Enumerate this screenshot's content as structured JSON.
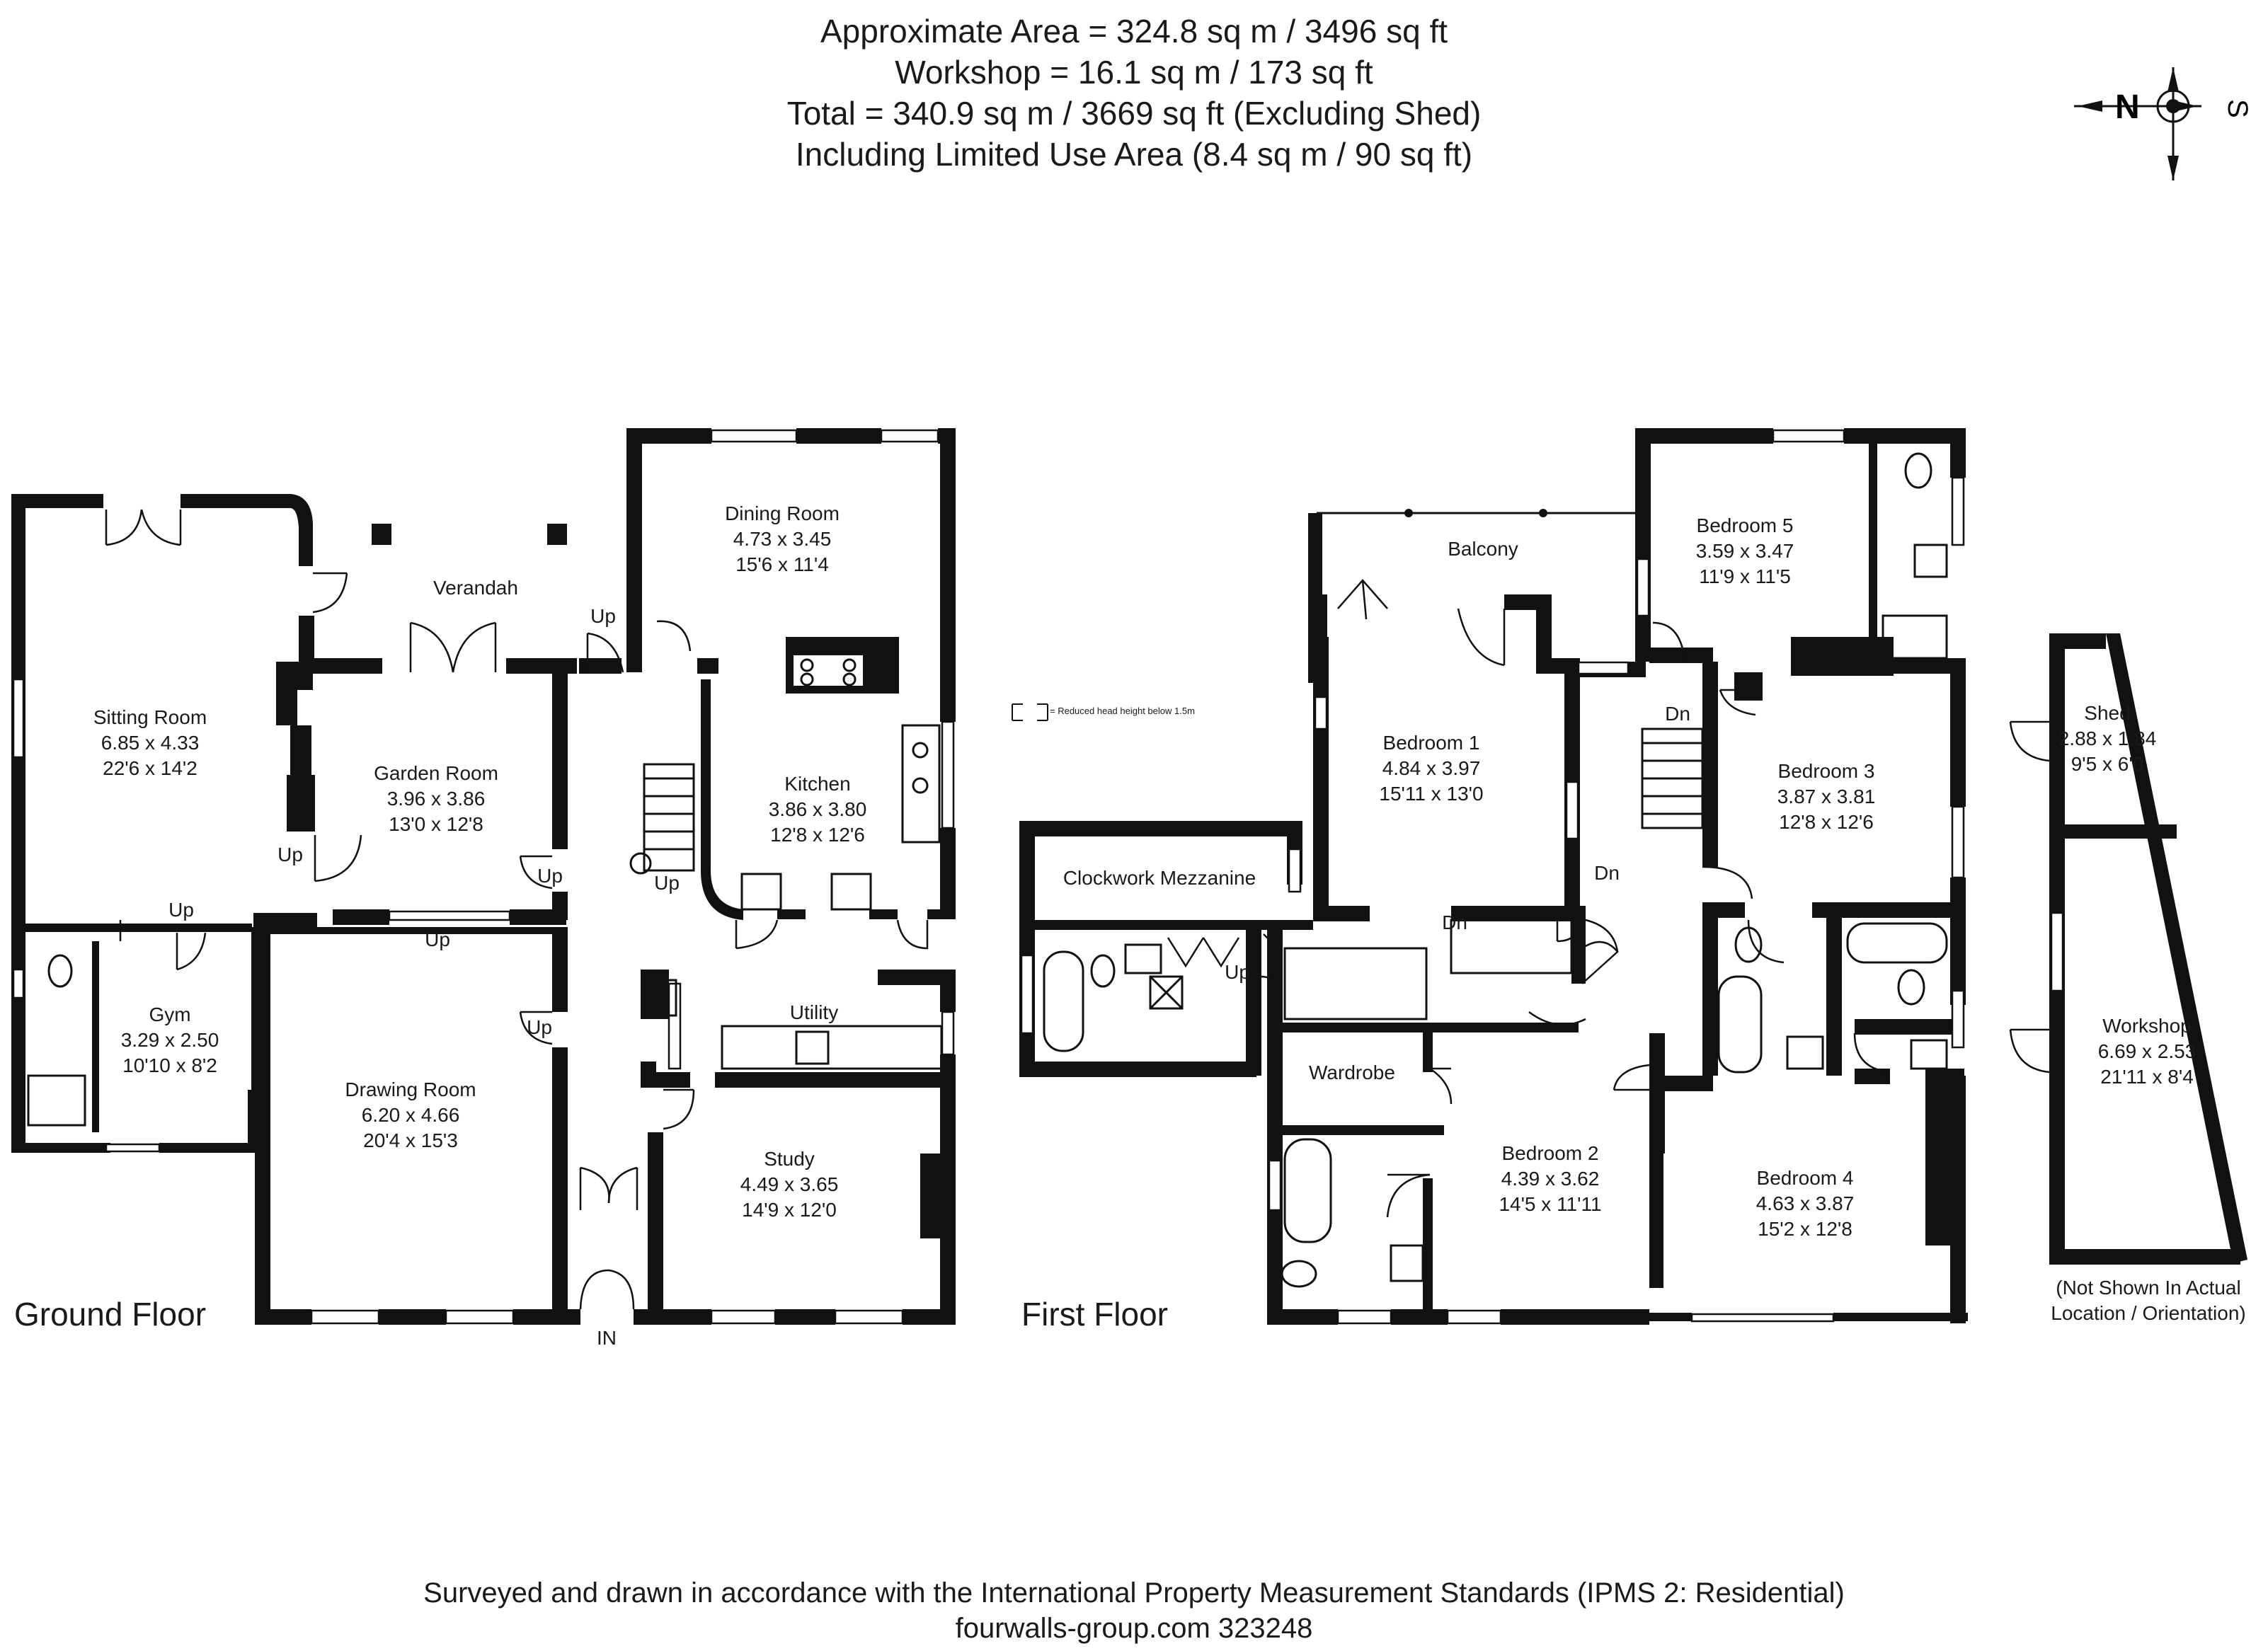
{
  "header": {
    "line1": "Approximate  Area = 324.8 sq m / 3496 sq ft",
    "line2": "Workshop = 16.1 sq m / 173 sq ft",
    "line3": "Total = 340.9 sq m / 3669 sq ft (Excluding Shed)",
    "line4": "Including Limited Use Area (8.4 sq m / 90 sq ft)"
  },
  "compass": {
    "north": "N",
    "south": "S"
  },
  "legend": "= Reduced head height below 1.5m",
  "ground_floor": {
    "label": "Ground Floor",
    "rooms": {
      "sitting": {
        "name": "Sitting Room",
        "metric": "6.85 x 4.33",
        "imperial": "22'6 x 14'2"
      },
      "garden": {
        "name": "Garden Room",
        "metric": "3.96 x 3.86",
        "imperial": "13'0 x 12'8"
      },
      "dining": {
        "name": "Dining Room",
        "metric": "4.73 x 3.45",
        "imperial": "15'6 x 11'4"
      },
      "kitchen": {
        "name": "Kitchen",
        "metric": "3.86 x 3.80",
        "imperial": "12'8 x 12'6"
      },
      "gym": {
        "name": "Gym",
        "metric": "3.29 x 2.50",
        "imperial": "10'10 x 8'2"
      },
      "drawing": {
        "name": "Drawing Room",
        "metric": "6.20 x 4.66",
        "imperial": "20'4 x 15'3"
      },
      "study": {
        "name": "Study",
        "metric": "4.49 x 3.65",
        "imperial": "14'9 x 12'0"
      }
    },
    "verandah": "Verandah",
    "utility": "Utility",
    "entrance": "IN",
    "up": "Up"
  },
  "first_floor": {
    "label": "First Floor",
    "rooms": {
      "bed1": {
        "name": "Bedroom 1",
        "metric": "4.84 x 3.97",
        "imperial": "15'11 x 13'0"
      },
      "bed5": {
        "name": "Bedroom 5",
        "metric": "3.59 x 3.47",
        "imperial": "11'9 x 11'5"
      },
      "bed3": {
        "name": "Bedroom 3",
        "metric": "3.87 x 3.81",
        "imperial": "12'8 x 12'6"
      },
      "bed2": {
        "name": "Bedroom 2",
        "metric": "4.39 x 3.62",
        "imperial": "14'5 x 11'11"
      },
      "bed4": {
        "name": "Bedroom 4",
        "metric": "4.63 x 3.87",
        "imperial": "15'2 x 12'8"
      }
    },
    "balcony": "Balcony",
    "mezzanine": "Clockwork Mezzanine",
    "wardrobe": "Wardrobe",
    "down": "Dn",
    "up": "Up"
  },
  "outbuildings": {
    "shed": {
      "name": "Shed",
      "metric": "2.88 x 1.84",
      "imperial": "9'5 x 6'0"
    },
    "workshop": {
      "name": "Workshop",
      "metric": "6.69 x 2.53",
      "imperial": "21'11 x 8'4"
    },
    "note_line1": "(Not Shown In Actual",
    "note_line2": "Location / Orientation)"
  },
  "footer": {
    "line1": "Surveyed and drawn in accordance with the International Property Measurement Standards (IPMS 2: Residential)",
    "line2": "fourwalls-group.com 323248"
  }
}
